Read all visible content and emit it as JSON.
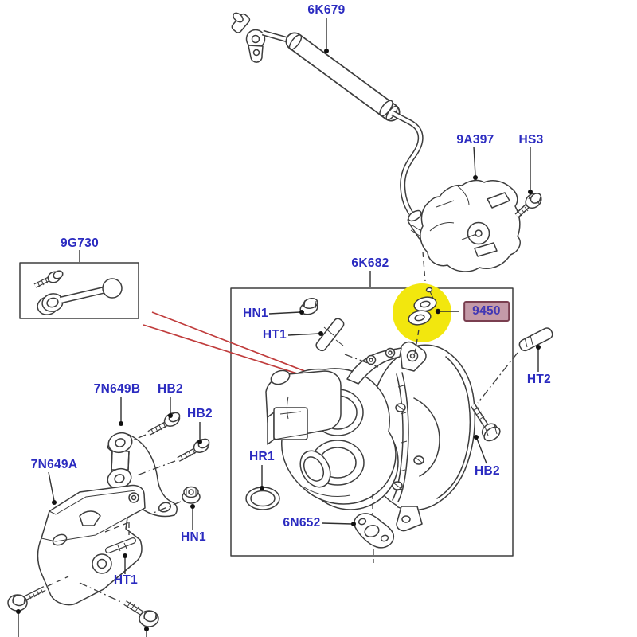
{
  "diagram": {
    "type": "exploded-parts-diagram",
    "subject": "turbocharger assembly parts diagram",
    "highlighted_part": "9450",
    "colors": {
      "label_text": "#2b2bc0",
      "line_art": "#3d3d3d",
      "pointer_red": "#c03c3c",
      "highlight_circle": "#f2e70e",
      "highlight_box_fill": "#c49aa8",
      "highlight_box_border": "#7a3f50",
      "highlight_box_text": "#4238b4"
    },
    "callouts": [
      {
        "code": "6K679"
      },
      {
        "code": "9A397"
      },
      {
        "code": "HS3"
      },
      {
        "code": "9G730"
      },
      {
        "code": "6K682"
      },
      {
        "code": "HN1"
      },
      {
        "code": "HT1"
      },
      {
        "code": "9450",
        "highlighted": true
      },
      {
        "code": "HT2"
      },
      {
        "code": "HB2"
      },
      {
        "code": "HR1"
      },
      {
        "code": "6N652"
      },
      {
        "code": "7N649B"
      },
      {
        "code": "HB2"
      },
      {
        "code": "HB2"
      },
      {
        "code": "7N649A"
      },
      {
        "code": "HN1"
      },
      {
        "code": "HT1"
      }
    ]
  }
}
